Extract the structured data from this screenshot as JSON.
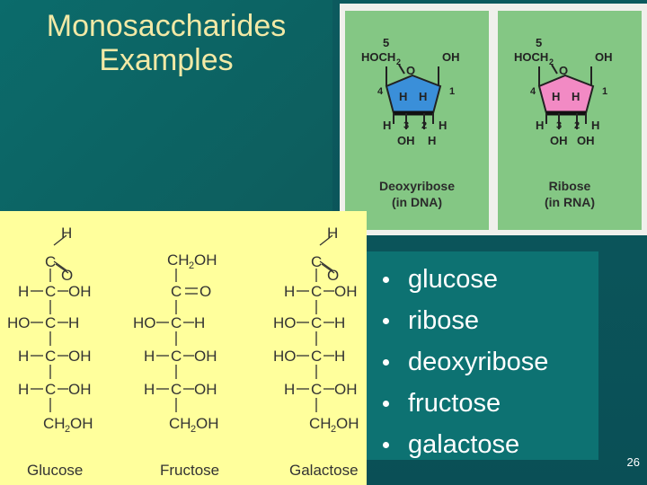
{
  "slide": {
    "title_line1": "Monosaccharides",
    "title_line2": "Examples",
    "page_number": "26"
  },
  "pentose_image": {
    "deoxyribose": {
      "c5": "5",
      "hoch2": "HOCH",
      "sub2": "2",
      "o": "O",
      "oh_top": "OH",
      "c4": "4",
      "c1": "1",
      "c3": "3",
      "c2": "2",
      "ring_h_left": "H",
      "ring_h_right": "H",
      "h_left": "H",
      "h_right": "H",
      "bottom_left": "OH",
      "bottom_right": "H",
      "name_line1": "Deoxyribose",
      "name_line2": "(in DNA)",
      "ring_color": "#3a8fd9"
    },
    "ribose": {
      "c5": "5",
      "hoch2": "HOCH",
      "sub2": "2",
      "o": "O",
      "oh_top": "OH",
      "c4": "4",
      "c1": "1",
      "c3": "3",
      "c2": "2",
      "ring_h_left": "H",
      "ring_h_right": "H",
      "h_left": "H",
      "h_right": "H",
      "bottom_left": "OH",
      "bottom_right": "OH",
      "name_line1": "Ribose",
      "name_line2": "(in RNA)",
      "ring_color": "#f28ac4"
    }
  },
  "structures": {
    "glucose": {
      "top_h": "H",
      "c_top": "C",
      "o_top": "O",
      "rows": [
        {
          "left": "H",
          "right": "OH"
        },
        {
          "left": "HO",
          "right": "H"
        },
        {
          "left": "H",
          "right": "OH"
        },
        {
          "left": "H",
          "right": "OH"
        }
      ],
      "bottom": "CH",
      "bottom_sub": "2",
      "bottom_oh": "OH",
      "label": "Glucose"
    },
    "fructose": {
      "top": "CH",
      "top_sub": "2",
      "top_oh": "OH",
      "c2": "C",
      "o2": "O",
      "rows": [
        {
          "left": "HO",
          "right": "H"
        },
        {
          "left": "H",
          "right": "OH"
        },
        {
          "left": "H",
          "right": "OH"
        }
      ],
      "bottom": "CH",
      "bottom_sub": "2",
      "bottom_oh": "OH",
      "label": "Fructose"
    },
    "galactose": {
      "top_h": "H",
      "c_top": "C",
      "o_top": "O",
      "rows": [
        {
          "left": "H",
          "right": "OH"
        },
        {
          "left": "HO",
          "right": "H"
        },
        {
          "left": "HO",
          "right": "H"
        },
        {
          "left": "H",
          "right": "OH"
        }
      ],
      "bottom": "CH",
      "bottom_sub": "2",
      "bottom_oh": "OH",
      "label": "Galactose"
    },
    "carbon": "C"
  },
  "bullets": [
    "glucose",
    "ribose",
    "deoxyribose",
    "fructose",
    "galactose"
  ]
}
